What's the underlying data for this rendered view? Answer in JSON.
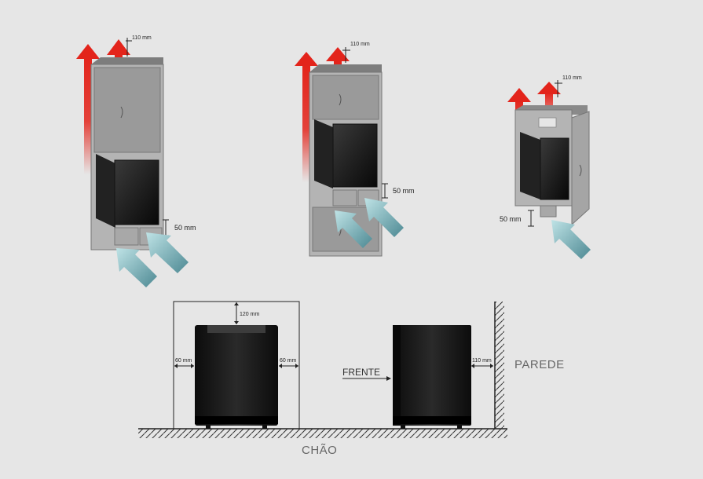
{
  "top": {
    "cabinet1": {
      "clearance_top": "110 mm",
      "clearance_bottom": "50 mm"
    },
    "cabinet2": {
      "clearance_top": "110 mm",
      "clearance_bottom": "50 mm"
    },
    "cabinet3": {
      "clearance_top": "110 mm",
      "clearance_bottom": "50 mm"
    }
  },
  "bottom": {
    "front_view": {
      "top": "120 mm",
      "left": "60 mm",
      "right": "60 mm"
    },
    "side_view": {
      "front_label": "FRENTE",
      "wall_gap": "110 mm",
      "wall_label": "PAREDE"
    },
    "floor_label": "CHÃO"
  },
  "colors": {
    "hot_arrow": "#e3241b",
    "cool_arrow": "#5f9ea8",
    "cabinet": "#9a9a9a",
    "appliance": "#1a1a1a"
  }
}
